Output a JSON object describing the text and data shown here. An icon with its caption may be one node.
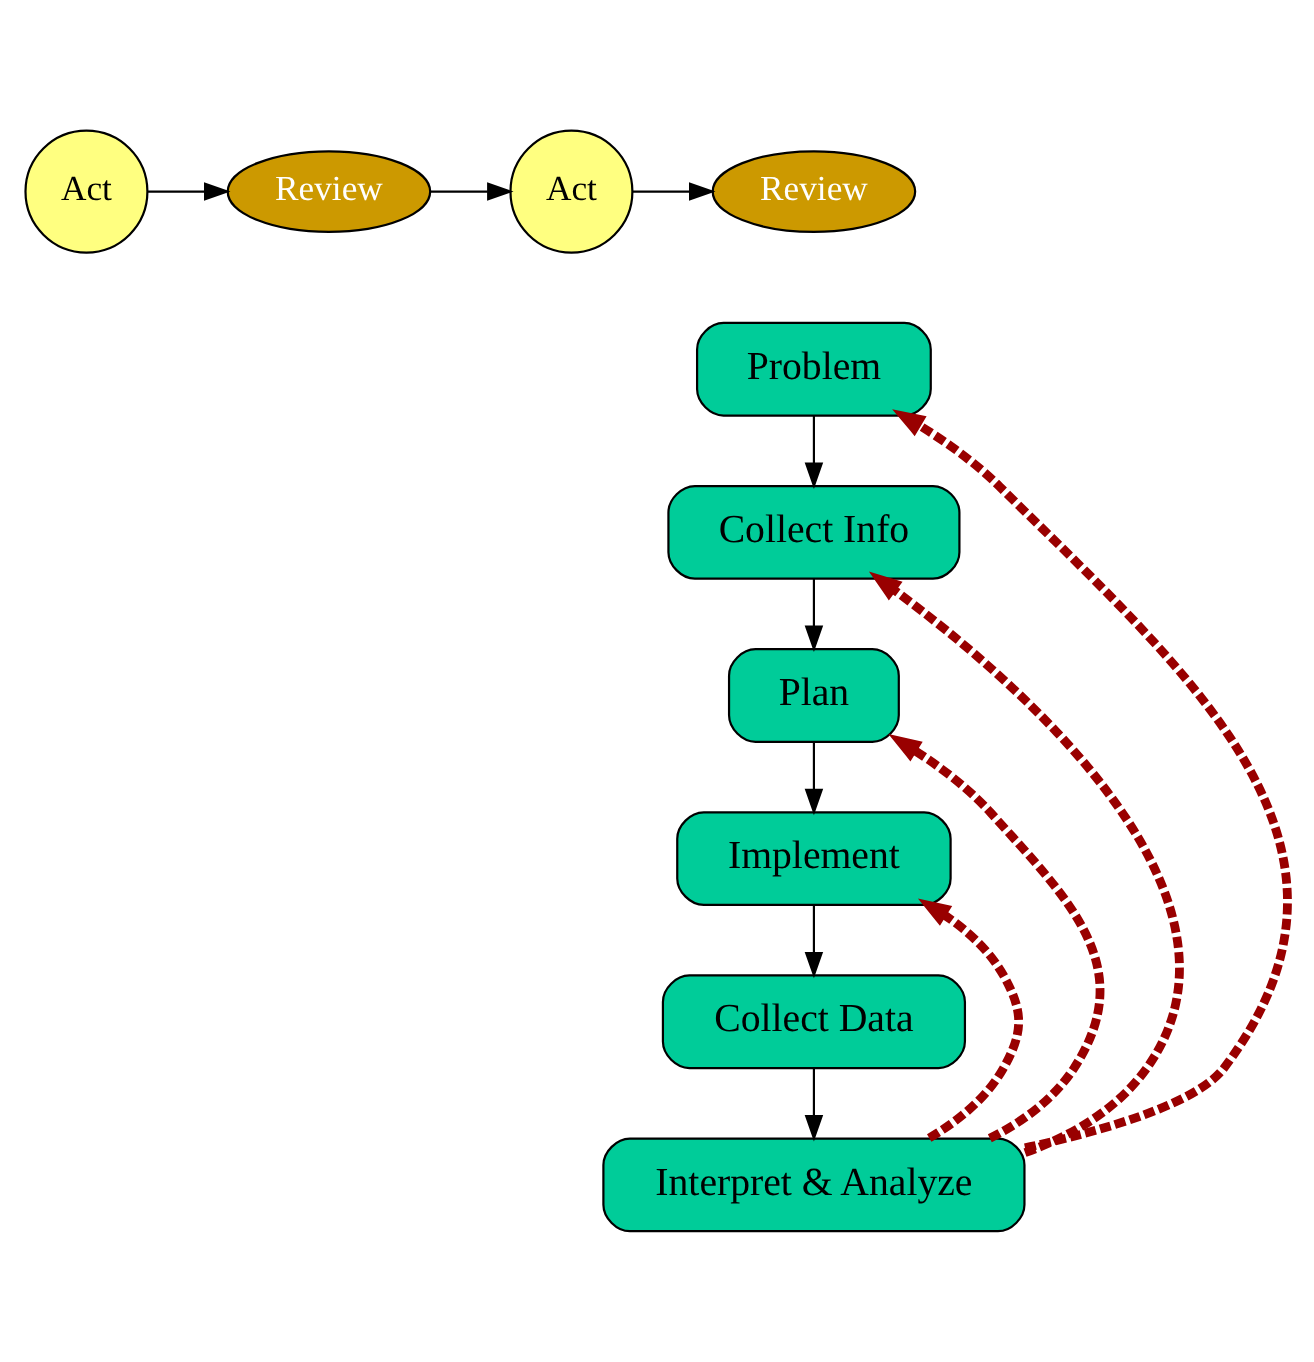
{
  "diagram": {
    "nodes": [
      {
        "text": [
          "Act"
        ]
      },
      {
        "text": [
          "Review"
        ]
      },
      {
        "text": [
          "Act"
        ]
      },
      {
        "text": [
          "Review"
        ]
      },
      {
        "text": [
          "Problem"
        ]
      },
      {
        "text": [
          "Collect Info"
        ]
      },
      {
        "text": [
          "Plan"
        ]
      },
      {
        "text": [
          "Implement"
        ]
      },
      {
        "text": [
          "Collect Data"
        ]
      },
      {
        "text": [
          "Interpret & Analyze"
        ]
      }
    ],
    "edges": [
      {
        "from": 0,
        "to": 1,
        "arrow": "to"
      },
      {
        "from": 1,
        "to": 2,
        "arrow": "to"
      },
      {
        "from": 2,
        "to": 3,
        "arrow": "to"
      },
      {
        "from": 4,
        "to": 5,
        "arrow": "to"
      },
      {
        "from": 5,
        "to": 6,
        "arrow": "to"
      },
      {
        "from": 6,
        "to": 7,
        "arrow": "to"
      },
      {
        "from": 7,
        "to": 8,
        "arrow": "to"
      },
      {
        "from": 8,
        "to": 9,
        "arrow": "to"
      },
      {
        "from": 9,
        "to": 4,
        "arrow": "to",
        "style": "dashed",
        "color": "#990000"
      },
      {
        "from": 9,
        "to": 5,
        "arrow": "to",
        "style": "dashed",
        "color": "#990000"
      },
      {
        "from": 9,
        "to": 6,
        "arrow": "to",
        "style": "dashed",
        "color": "#990000"
      },
      {
        "from": 9,
        "to": 7,
        "arrow": "to",
        "style": "dashed",
        "color": "#990000"
      }
    ]
  }
}
